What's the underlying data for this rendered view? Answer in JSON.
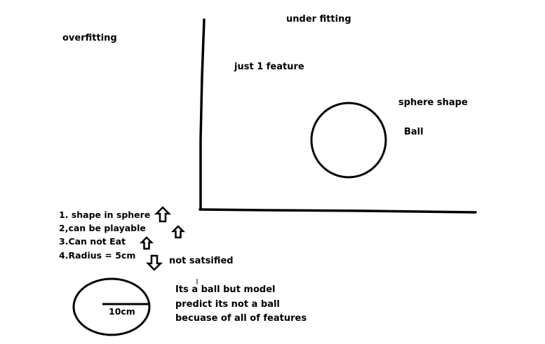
{
  "labels": {
    "overfitting": "overfitting",
    "under_fitting": "under fitting",
    "just_one_feature": "just 1 feature",
    "sphere_shape": "sphere shape",
    "ball": "Ball",
    "not_satisfied": "not satsified",
    "radius_label": "10cm"
  },
  "features": [
    "1.  shape in sphere",
    "2,can be playable",
    "3.Can not Eat",
    "4.Radius = 5cm"
  ],
  "note": {
    "line1": "Its  a ball but model",
    "line2": "predict its not a ball",
    "line3": "becuase of all of features"
  },
  "colors": {
    "ink": "#000000",
    "background": "#ffffff"
  }
}
